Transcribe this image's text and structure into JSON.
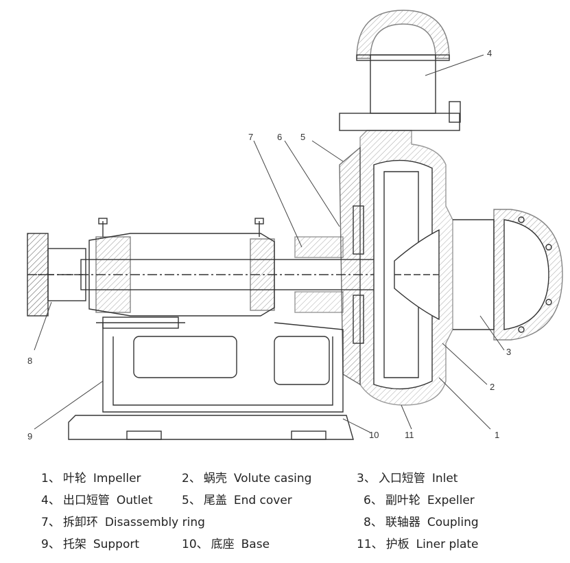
{
  "callouts": [
    "1",
    "2",
    "3",
    "4",
    "5",
    "6",
    "7",
    "8",
    "9",
    "10",
    "11"
  ],
  "legend": [
    {
      "num": "1、",
      "cn": "叶轮",
      "en": "Impeller"
    },
    {
      "num": "2、",
      "cn": "蜗壳",
      "en": "Volute casing"
    },
    {
      "num": "3、",
      "cn": "入口短管",
      "en": "Inlet"
    },
    {
      "num": "4、",
      "cn": "出口短管",
      "en": "Outlet"
    },
    {
      "num": "5、",
      "cn": "尾盖",
      "en": "End cover"
    },
    {
      "num": "6、",
      "cn": "副叶轮",
      "en": "Expeller"
    },
    {
      "num": "7、",
      "cn": "拆卸环",
      "en": "Disassembly ring"
    },
    {
      "num": "8、",
      "cn": "联轴器",
      "en": "Coupling"
    },
    {
      "num": "9、",
      "cn": "托架",
      "en": "Support"
    },
    {
      "num": "10、",
      "cn": "底座",
      "en": "Base"
    },
    {
      "num": "11、",
      "cn": "护板",
      "en": "Liner plate"
    }
  ]
}
